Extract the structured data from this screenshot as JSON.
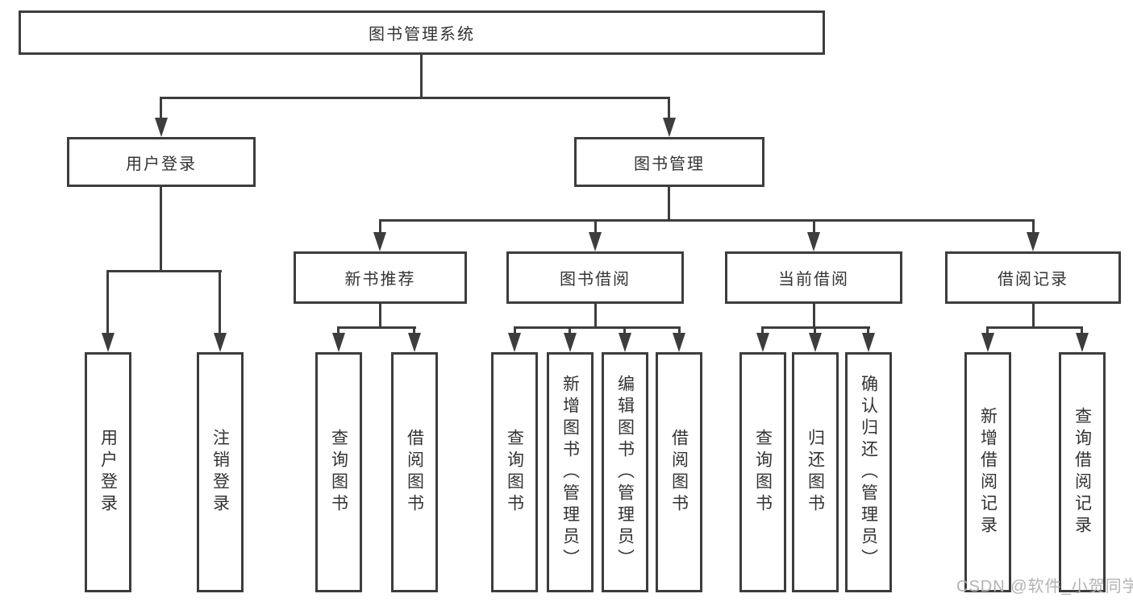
{
  "diagram": {
    "tree": {
      "label": "图书管理系统",
      "children": [
        {
          "label": "用户登录",
          "children": [
            {
              "label": "用户登录"
            },
            {
              "label": "注销登录"
            }
          ]
        },
        {
          "label": "图书管理",
          "children": [
            {
              "label": "新书推荐",
              "children": [
                {
                  "label": "查询图书"
                },
                {
                  "label": "借阅图书"
                }
              ]
            },
            {
              "label": "图书借阅",
              "children": [
                {
                  "label": "查询图书"
                },
                {
                  "label": "新增图书（管理员）"
                },
                {
                  "label": "编辑图书（管理员）"
                },
                {
                  "label": "借阅图书"
                }
              ]
            },
            {
              "label": "当前借阅",
              "children": [
                {
                  "label": "查询图书"
                },
                {
                  "label": "归还图书"
                },
                {
                  "label": "确认归还（管理员）"
                }
              ]
            },
            {
              "label": "借阅记录",
              "children": [
                {
                  "label": "新增借阅记录"
                },
                {
                  "label": "查询借阅记录"
                }
              ]
            }
          ]
        }
      ]
    }
  },
  "watermark": {
    "text": "CSDN @软件_小贺同学"
  },
  "colors": {
    "line": "#3d3d3d",
    "text": "#333333",
    "background": "#ffffff",
    "watermark": "#b3b3b3"
  }
}
